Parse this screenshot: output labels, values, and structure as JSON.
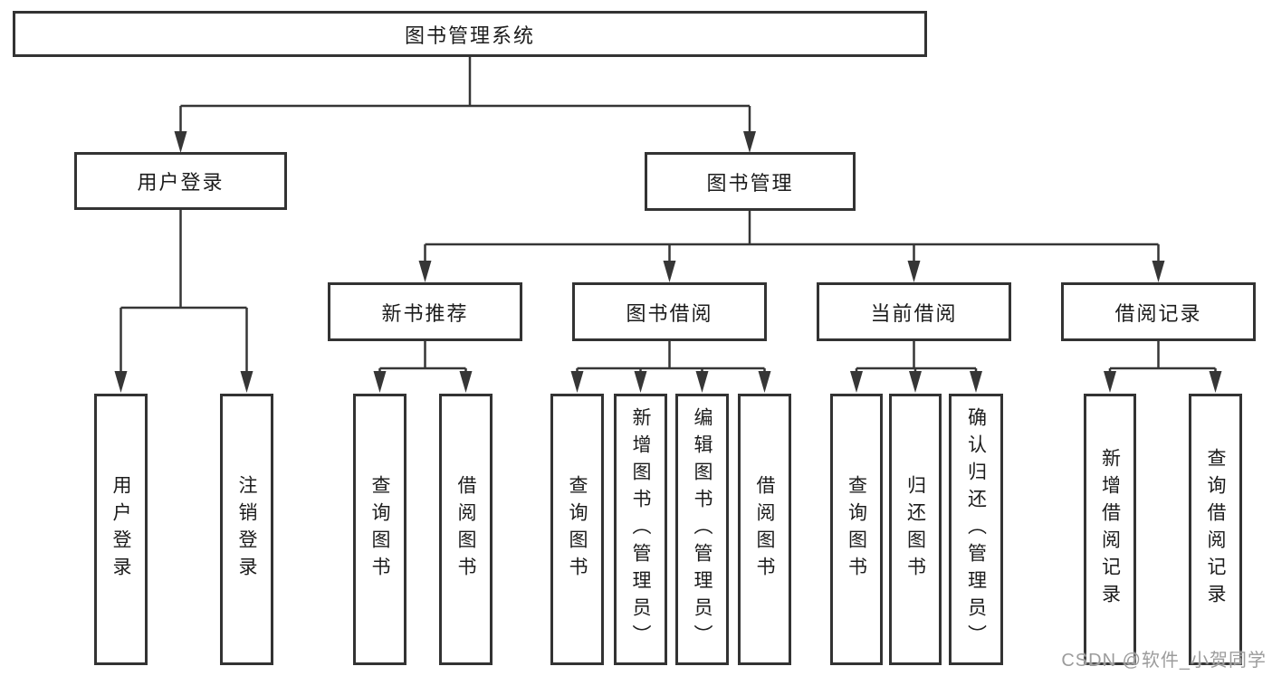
{
  "nodes": {
    "root": {
      "label": "图书管理系统"
    },
    "level2": [
      {
        "label": "用户登录"
      },
      {
        "label": "图书管理"
      }
    ],
    "level3": [
      {
        "label": "新书推荐",
        "parent": "图书管理"
      },
      {
        "label": "图书借阅",
        "parent": "图书管理"
      },
      {
        "label": "当前借阅",
        "parent": "图书管理"
      },
      {
        "label": "借阅记录",
        "parent": "图书管理"
      }
    ],
    "leaves": [
      {
        "label": "用户登录",
        "parent": "用户登录"
      },
      {
        "label": "注销登录",
        "parent": "用户登录"
      },
      {
        "label": "查询图书",
        "parent": "新书推荐"
      },
      {
        "label": "借阅图书",
        "parent": "新书推荐"
      },
      {
        "label": "查询图书",
        "parent": "图书借阅"
      },
      {
        "label": "新增图书（管理员）",
        "parent": "图书借阅"
      },
      {
        "label": "编辑图书（管理员）",
        "parent": "图书借阅"
      },
      {
        "label": "借阅图书",
        "parent": "图书借阅"
      },
      {
        "label": "查询图书",
        "parent": "当前借阅"
      },
      {
        "label": "归还图书",
        "parent": "当前借阅"
      },
      {
        "label": "确认归还（管理员）",
        "parent": "当前借阅"
      },
      {
        "label": "新增借阅记录",
        "parent": "借阅记录"
      },
      {
        "label": "查询借阅记录",
        "parent": "借阅记录"
      }
    ]
  },
  "watermark": "CSDN @软件_小贺同学",
  "colors": {
    "line": "#363636",
    "box_border": "#333333",
    "text": "#1c1c1c",
    "background": "#ffffff",
    "watermark": "#9c9c9c"
  }
}
